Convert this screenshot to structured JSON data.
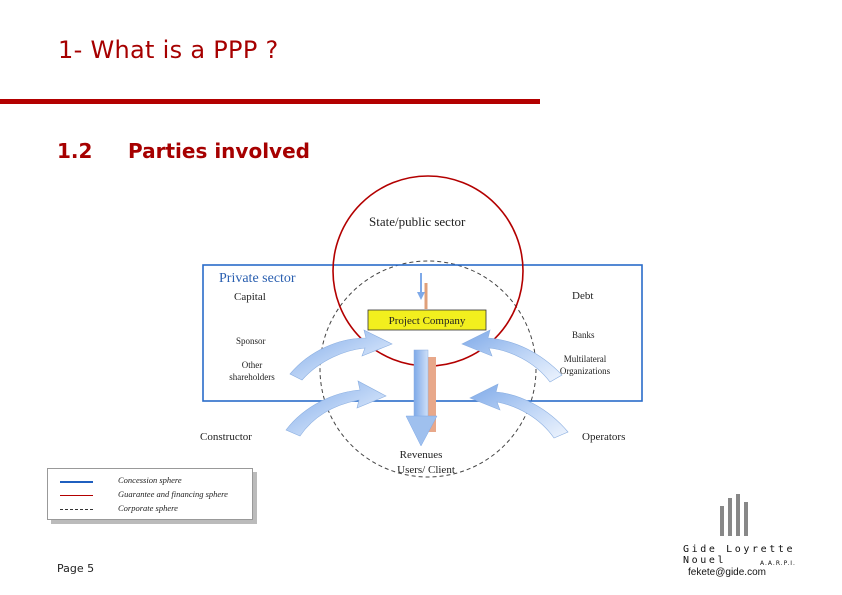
{
  "header": {
    "title": "1- What is a PPP ?",
    "section_number": "1.2",
    "section_title": "Parties involved"
  },
  "diagram": {
    "state_label": "State/public sector",
    "private_label": "Private sector",
    "capital": "Capital",
    "debt": "Debt",
    "project_company": "Project Company",
    "sponsor": "Sponsor",
    "banks": "Banks",
    "other_shareholders_1": "Other",
    "other_shareholders_2": "shareholders",
    "multilateral_1": "Multilateral",
    "multilateral_2": "Organizations",
    "constructor": "Constructor",
    "operators": "Operators",
    "revenues": "Revenues",
    "users_client": "Users/ Client"
  },
  "legend": {
    "items": [
      {
        "label": "Concession sphere",
        "color": "#1f5fbf",
        "style": "solid"
      },
      {
        "label": "Guarantee and financing sphere",
        "color": "#b30000",
        "style": "solid"
      },
      {
        "label": "Corporate sphere",
        "color": "#333333",
        "style": "dashed"
      }
    ]
  },
  "footer": {
    "page": "Page 5",
    "firm": "Gide Loyrette Nouel",
    "firm_sub": "A.A.R.P.I.",
    "email": "fekete@gide.com"
  },
  "colors": {
    "accent": "#a60000",
    "arrow_fill": "#aac8f2",
    "project_box": "#f2ef1e",
    "private_border": "#2a6cc9"
  }
}
